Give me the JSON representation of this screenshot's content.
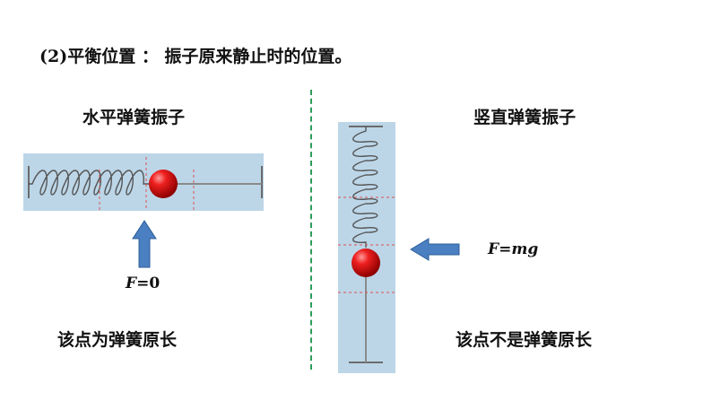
{
  "slide": {
    "title": "(2)平衡位置 ： 振子原来静止时的位置。"
  },
  "left_panel": {
    "heading": "水平弹簧振子",
    "force_symbol": "F",
    "force_value": "=0",
    "caption": "该点为弹簧原长"
  },
  "right_panel": {
    "heading": "竖直弹簧振子",
    "force_symbol": "F",
    "force_equals": "=",
    "force_expr": "mg",
    "caption": "该点不是弹簧原长"
  },
  "colors": {
    "panel": "#bcd6e8",
    "arrow": "#4a7fc1",
    "ball": "#e01818",
    "guide": "#e05050",
    "divider": "#2e9e5b"
  }
}
